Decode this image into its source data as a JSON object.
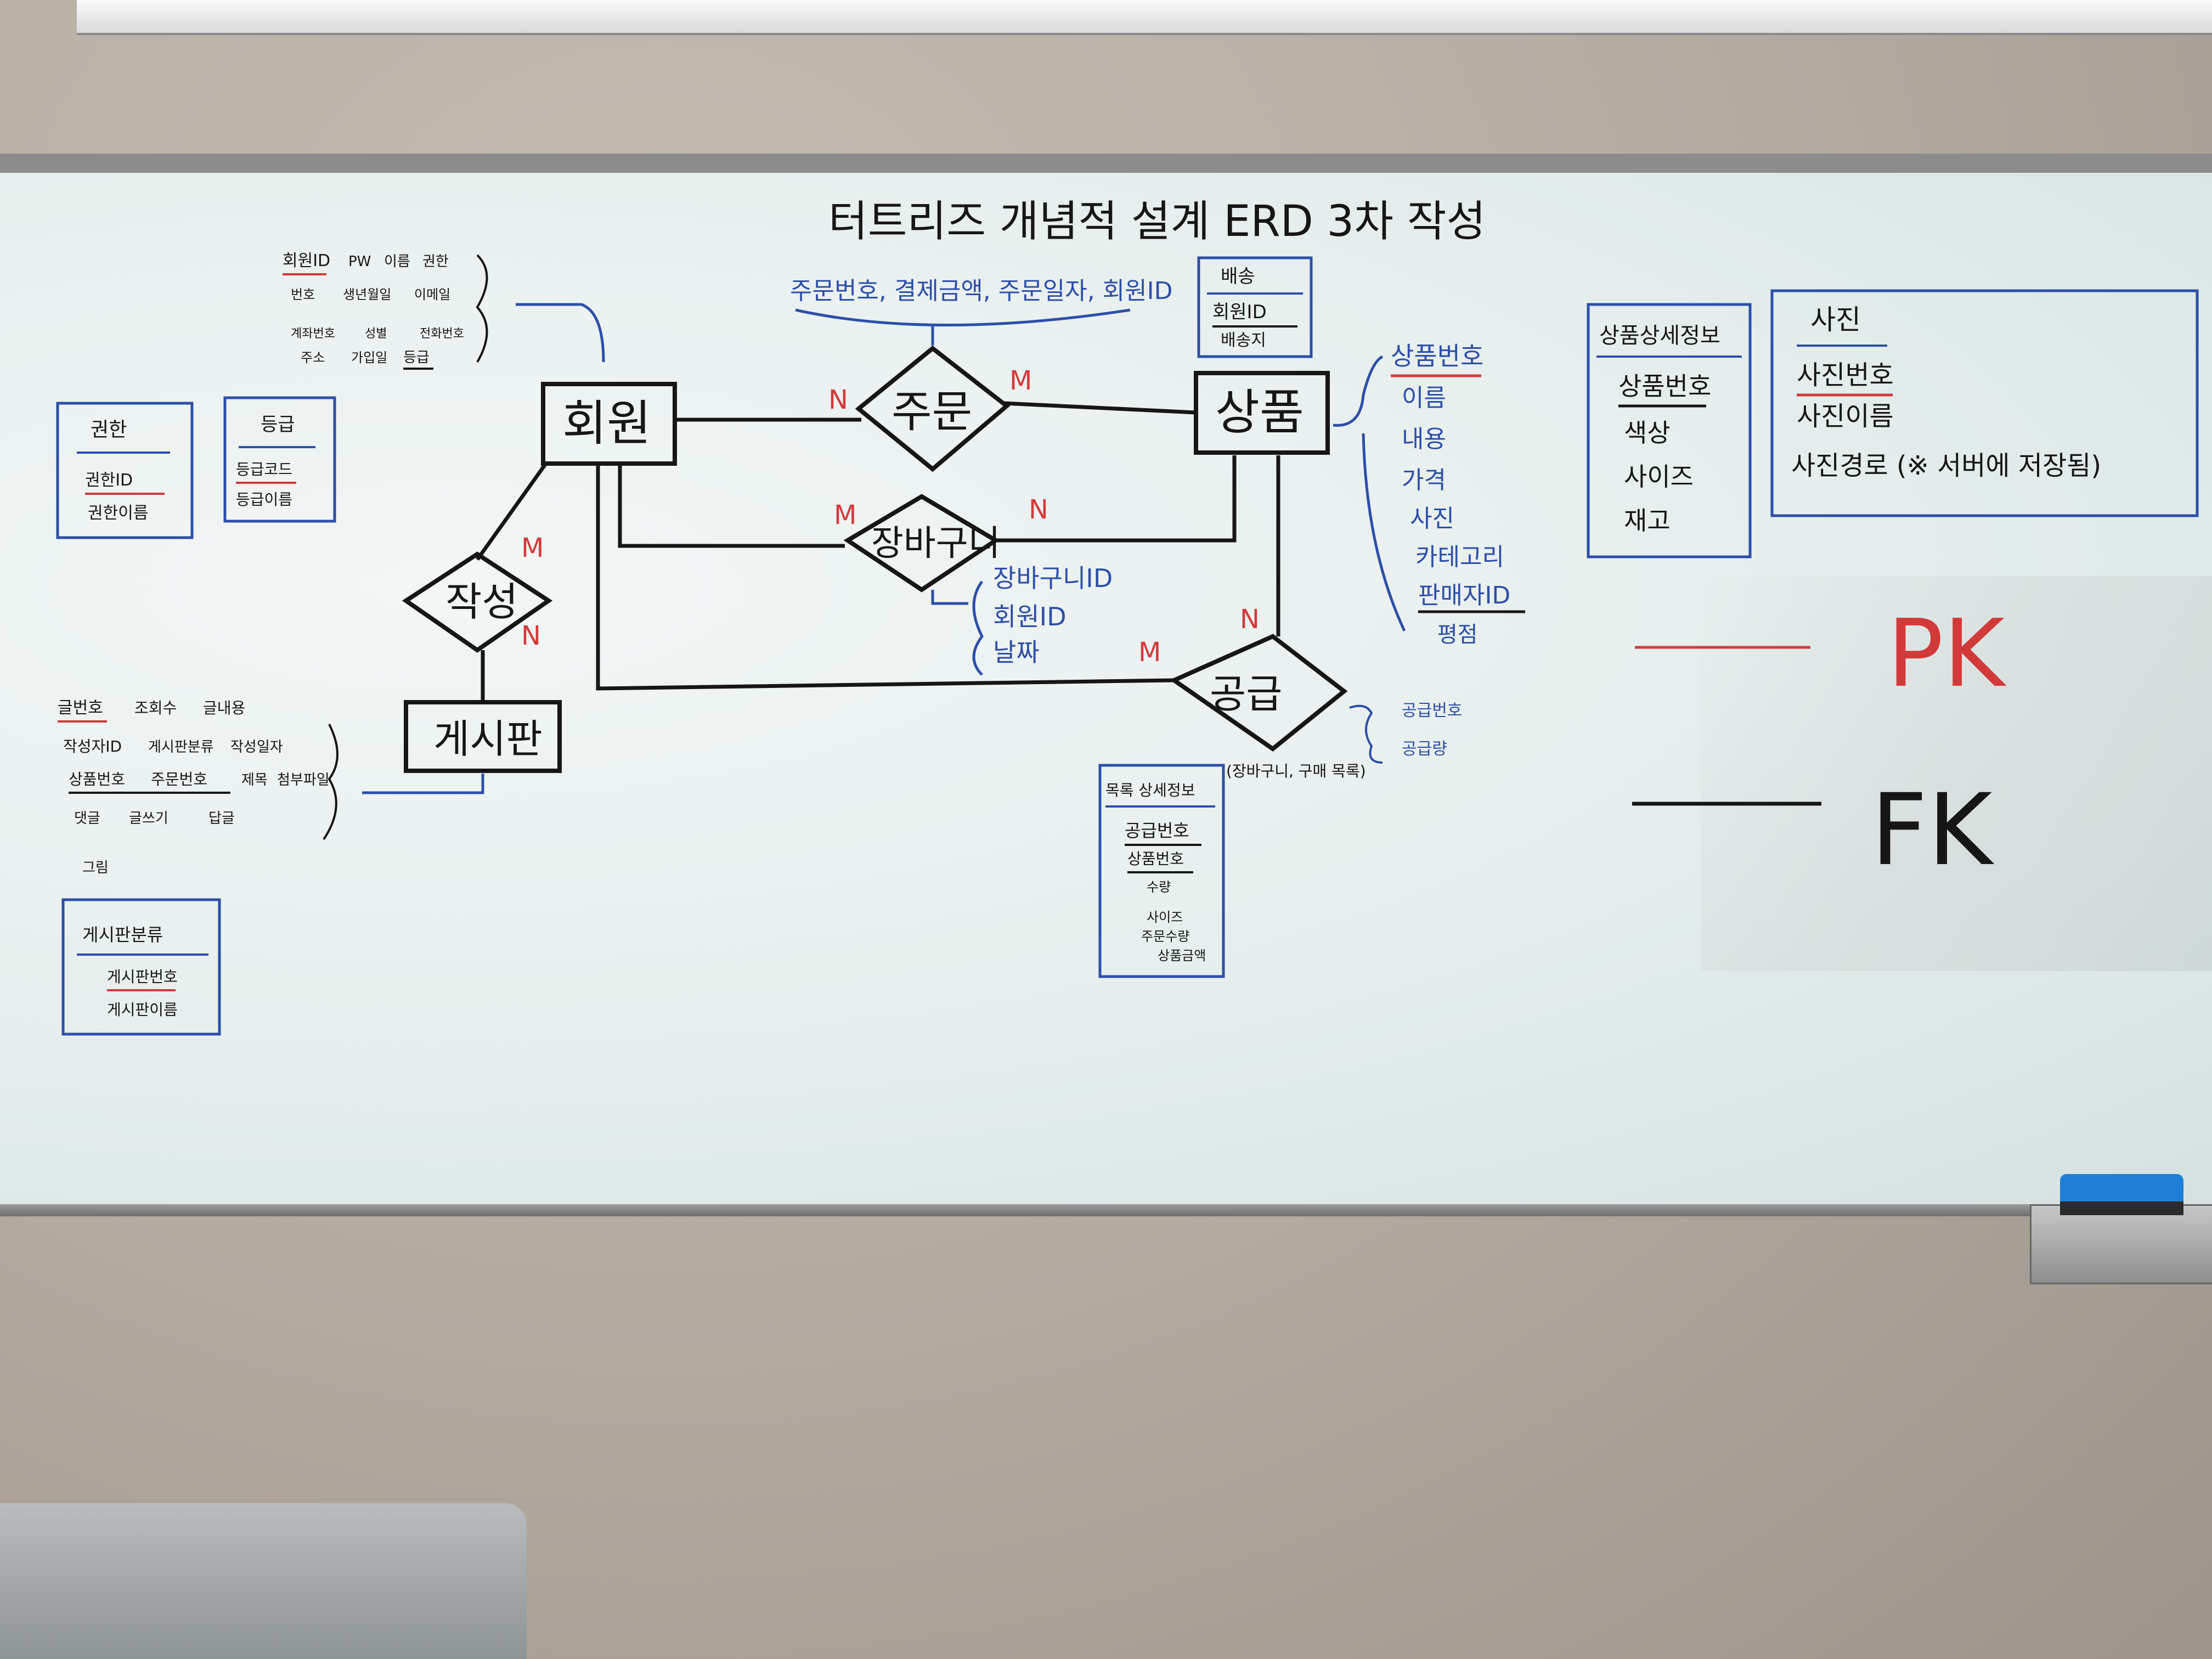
{
  "title": "터트리즈 개념적 설계 ERD 3차 작성",
  "entities": {
    "member": "회원",
    "product": "상품",
    "board": "게시판"
  },
  "relations": {
    "order": "주문",
    "cart": "장바구니",
    "write": "작성",
    "supply": "공급"
  },
  "cardinality": {
    "order_left": "N",
    "order_right": "M",
    "cart_left": "M",
    "cart_right": "N",
    "write_top": "M",
    "write_bottom": "N",
    "supply_top": "N",
    "supply_left": "M"
  },
  "order_attrs": "주문번호, 결제금액, 주문일자, 회원ID",
  "cart_attrs": [
    "장바구니ID",
    "회원ID",
    "날짜"
  ],
  "member_attrs": [
    "회원ID",
    "PW",
    "이름",
    "권한",
    "번호",
    "생년월일",
    "이메일",
    "계좌번호",
    "성별",
    "전화번호",
    "주소",
    "가입일",
    "등급"
  ],
  "product_attrs": [
    "상품번호",
    "이름",
    "내용",
    "가격",
    "사진",
    "카테고리",
    "판매자ID",
    "평점"
  ],
  "supply_attrs": [
    "공급번호",
    "공급량"
  ],
  "supply_note": "(장바구니, 구매 목록)",
  "board_attrs": [
    "글번호",
    "조회수",
    "글내용",
    "작성자ID",
    "게시판분류",
    "작성일자",
    "상품번호",
    "주문번호",
    "제목",
    "첨부파일",
    "댓글",
    "글쓰기",
    "답글",
    "그림"
  ],
  "tables": {
    "role": {
      "title": "권한",
      "rows": [
        "권한ID",
        "권한이름"
      ]
    },
    "grade": {
      "title": "등급",
      "rows": [
        "등급코드",
        "등급이름"
      ]
    },
    "delivery": {
      "title": "배송",
      "rows": [
        "회원ID",
        "배송지"
      ]
    },
    "product_detail": {
      "title": "상품상세정보",
      "rows": [
        "상품번호",
        "색상",
        "사이즈",
        "재고"
      ]
    },
    "photo": {
      "title": "사진",
      "rows": [
        "사진번호",
        "사진이름",
        "사진경로 (※ 서버에 저장됨)"
      ]
    },
    "purchase_detail": {
      "title": "목록 상세정보",
      "rows": [
        "공급번호",
        "상품번호",
        "수량",
        "사이즈",
        "주문수량",
        "상품금액"
      ]
    },
    "board_category": {
      "title": "게시판분류",
      "rows": [
        "게시판번호",
        "게시판이름"
      ]
    }
  },
  "legend": {
    "pk": "PK",
    "fk": "FK"
  },
  "colors": {
    "black_ink": "#161616",
    "blue_ink": "#2c4fa8",
    "red_ink": "#d23a3a",
    "board": "#e8f0ef",
    "eraser": "#1f7fd6"
  }
}
